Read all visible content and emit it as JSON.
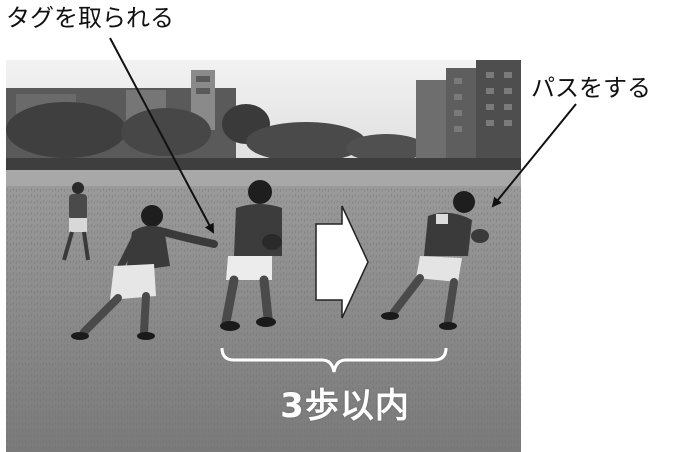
{
  "captions": {
    "tag_taken": "タグを取られる",
    "pass": "パスをする",
    "step_limit": "3歩以内"
  }
}
